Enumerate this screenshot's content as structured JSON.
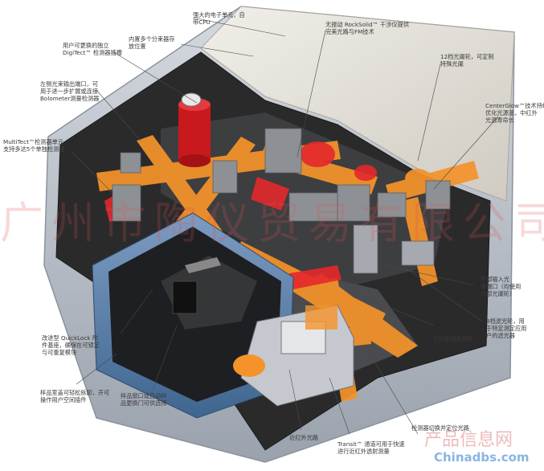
{
  "labels": {
    "cpu": "强大的电子单元，自\n带CPU",
    "fm": "无振动 RockSolid™ 干涉仪提供\n完美光路与FM技术",
    "optical_position": "内置多个分束器存\n放位置",
    "digitect": "用户可更换的独立\nDigiTect™ 检测器插槽",
    "windows": "12档光阑轮，可定制\n特殊光阑",
    "bolometer": "左侧光束输出端口，可\n用于进一步扩展或连接\nBolometer测量检测器",
    "centerglow": "CenterGlow™技术持续\n优化光源温，中红外\n光源寿命长",
    "multitect": "MultiTect™检测器单元\n支持多达5个单独检测器",
    "external_port": "外部输入光\n束端口（均使用\n内部光阑轮）",
    "auto_mirror": "5位自动快调镜",
    "filter_wheel": "8档滤光轮，用\n于特定测定应用\n户的滤光器",
    "quicklock": "改进型 QuickLock 附\n件基座，确保在可锁定\n与可重复模块",
    "sample_compartment": "样品室盖可轻松拆卸，开可\n操作用户空间插件",
    "purge_window": "样品窗口或自动样\n品更换门可供选择",
    "transit": "Transit™ 通道可用于快速\n进行近红外透射测量",
    "near_ir": "近红外光路",
    "detector_switch": "检测器切换并定位光路"
  },
  "watermark": {
    "main": "广州市陶仪贸易有限公司",
    "site_cn": "产品信息网",
    "site_en": "Chinadbs.com"
  },
  "colors": {
    "beam": "#f5932a",
    "laser": "#e4282b",
    "housing": "#b9c0c9",
    "interior": "#2c2c2c",
    "sample_box": "#5b7fa8"
  }
}
